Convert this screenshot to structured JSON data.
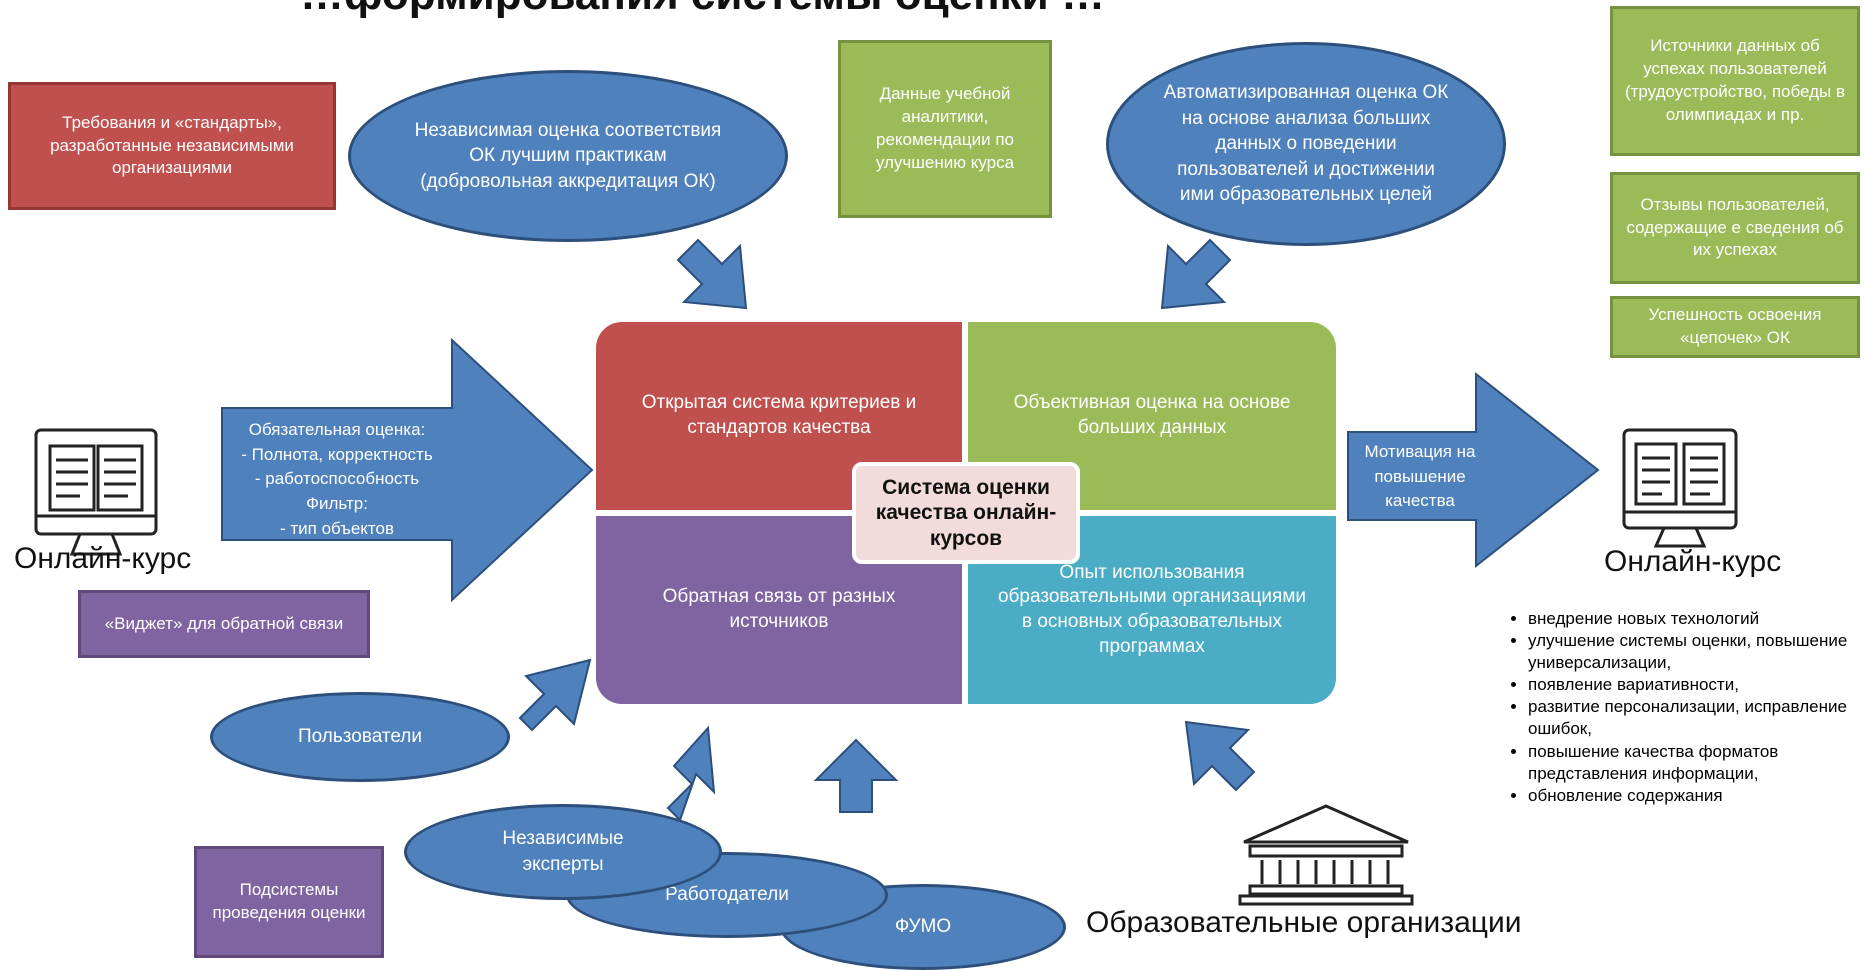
{
  "title": "…формирования системы оценки …",
  "requirements": "Требования и «стандарты», разработанные независимыми организациями",
  "independent_assessment": "Независимая оценка соответствия ОК лучшим практикам (добровольная аккредитация ОК)",
  "learning_analytics": "Данные учебной аналитики, рекомендации по улучшению курса",
  "automated_assessment": "Автоматизированная оценка ОК на основе анализа больших данных о поведении пользователей и достижении ими образовательных целей",
  "sources": [
    "Источники данных об успехах пользователей (трудоустройство, победы в олимпиадах и пр.",
    "Отзывы пользователей, содержащие е сведения об их успехах",
    "Успешность освоения «цепочек» ОК"
  ],
  "arrow_left_text": [
    "Обязательная оценка:",
    "- Полнота, корректность",
    "- работоспособность",
    "Фильтр:",
    "- тип объектов"
  ],
  "arrow_right_text": "Мотивация на повышение качества",
  "quadrants": {
    "q1": "Открытая система критериев и стандартов качества",
    "q2": "Объективная оценка на основе больших данных",
    "q3": "Обратная связь от разных источников",
    "q4": "Опыт использования образовательными организациями в основных образовательных программах"
  },
  "center_label": "Система оценки качества онлайн-курсов",
  "online_course_left": "Онлайн-курс",
  "online_course_right": "Онлайн-курс",
  "widget": "«Виджет» для обратной связи",
  "users": "Пользователи",
  "experts": "Независимые эксперты",
  "employers": "Работодатели",
  "fumo": "ФУМО",
  "subsystems": "Подсистемы проведения оценки",
  "organizations": "Образовательные организации",
  "improvements": [
    "внедрение новых технологий",
    "улучшение системы оценки, повышение универсализации,",
    "появление вариативности,",
    "развитие персонализации, исправление ошибок,",
    "повышение качества форматов представления информации,",
    "обновление содержания"
  ],
  "colors": {
    "red": "#c0504d",
    "green": "#9bbb59",
    "purple": "#8064a2",
    "teal": "#4bacc6",
    "blue": "#4f81bd",
    "center_bg": "#f2dcdb"
  }
}
